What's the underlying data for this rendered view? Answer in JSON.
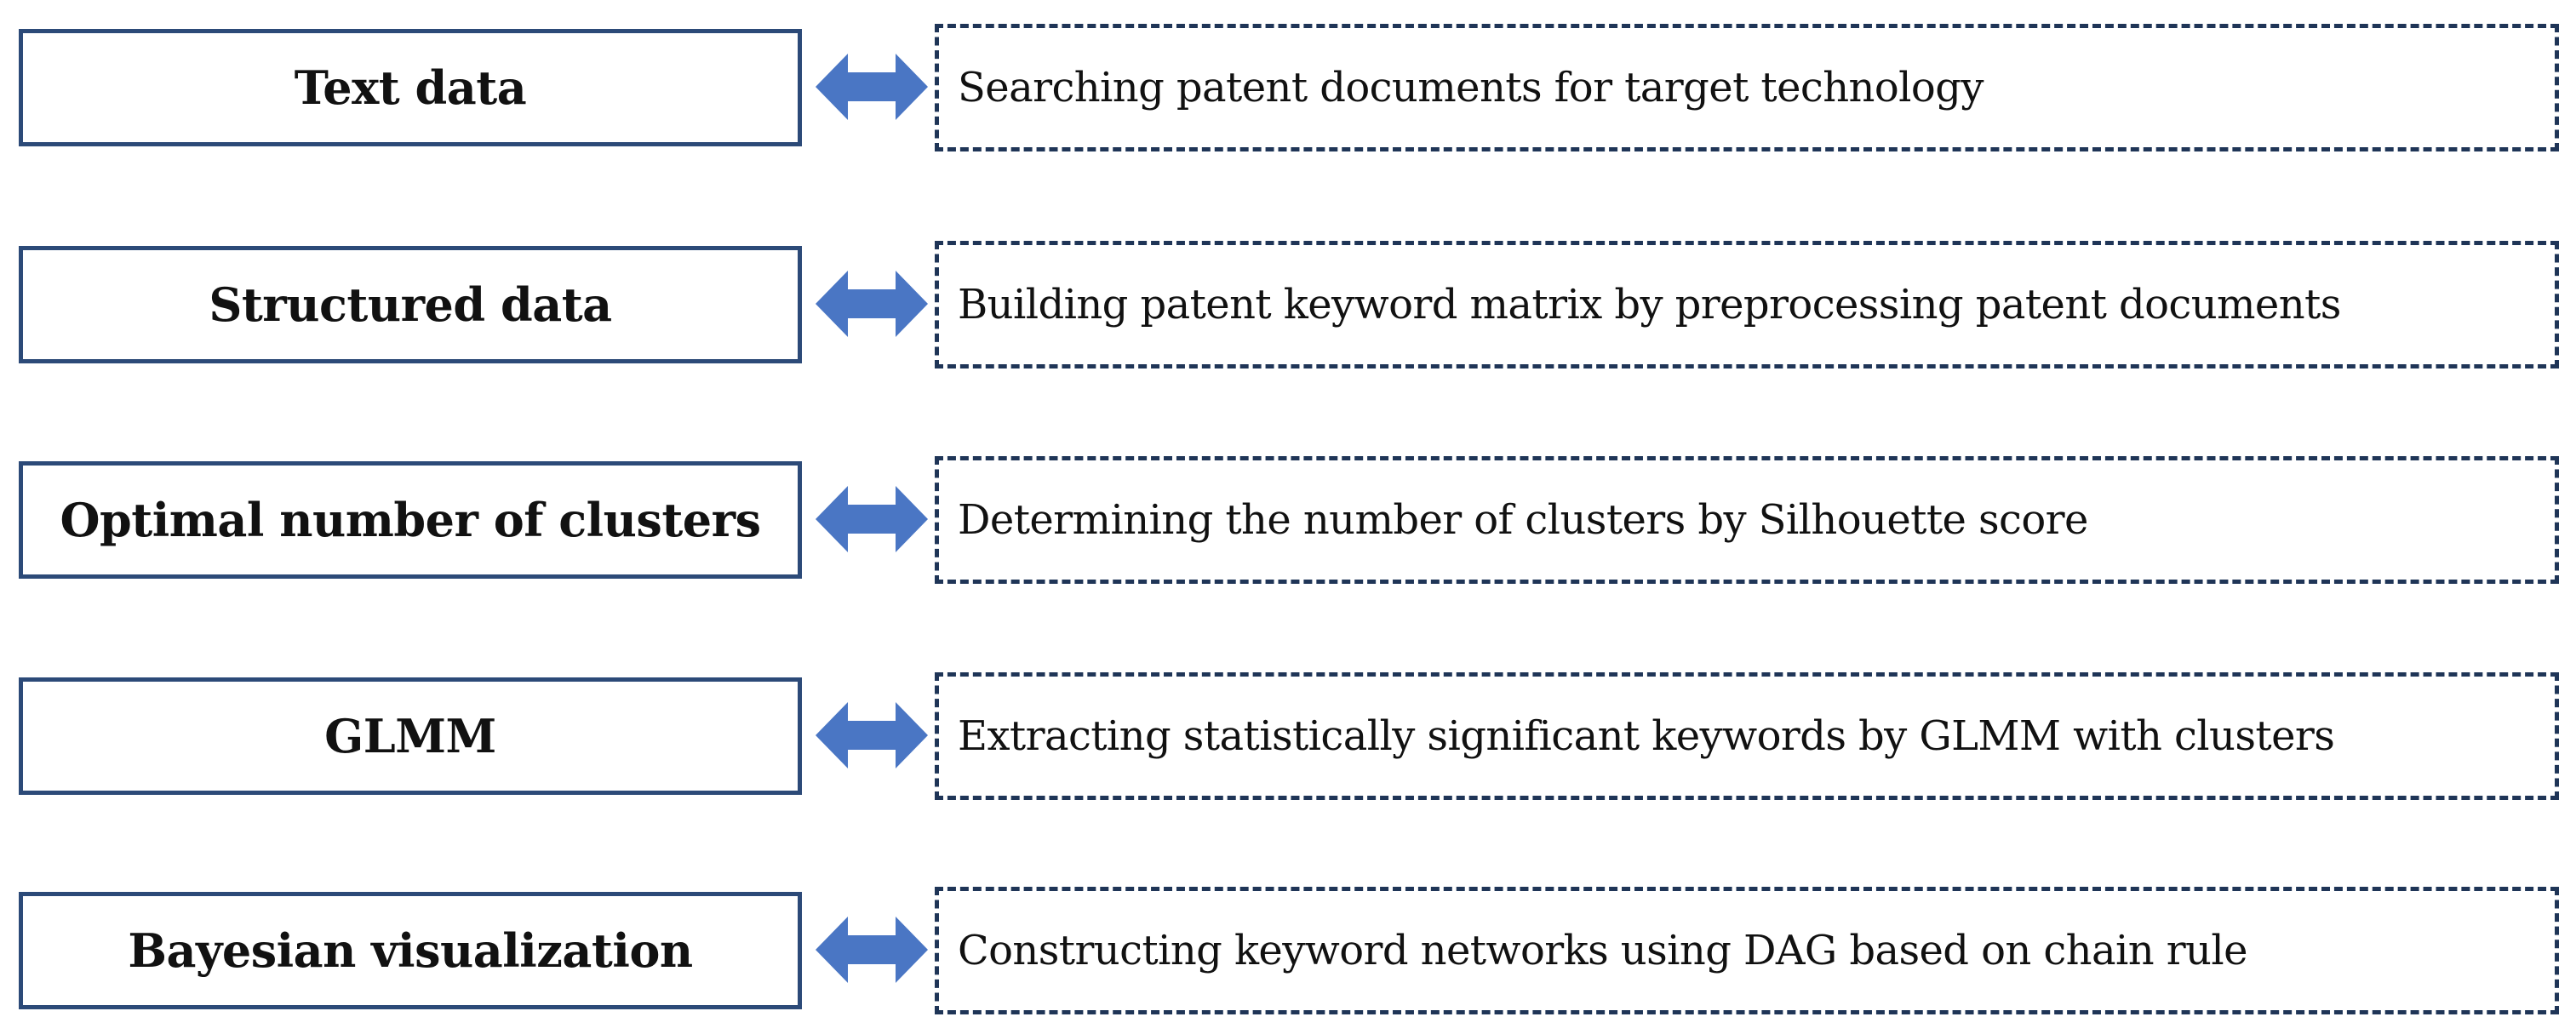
{
  "colors": {
    "stage_border": "#2c4a78",
    "desc_border": "#1f3557",
    "arrow_fill": "#4a76c4",
    "text": "#111111"
  },
  "arrow_icon": "double-headed-arrow-icon",
  "steps": [
    {
      "stage": "Text data",
      "description": "Searching patent documents for target technology"
    },
    {
      "stage": "Structured data",
      "description": "Building patent keyword matrix by preprocessing patent documents"
    },
    {
      "stage": "Optimal number of clusters",
      "description": "Determining the number of clusters by Silhouette score"
    },
    {
      "stage": "GLMM",
      "description": "Extracting statistically significant keywords by GLMM with clusters"
    },
    {
      "stage": "Bayesian visualization",
      "description": "Constructing keyword networks using DAG based on chain rule"
    }
  ]
}
